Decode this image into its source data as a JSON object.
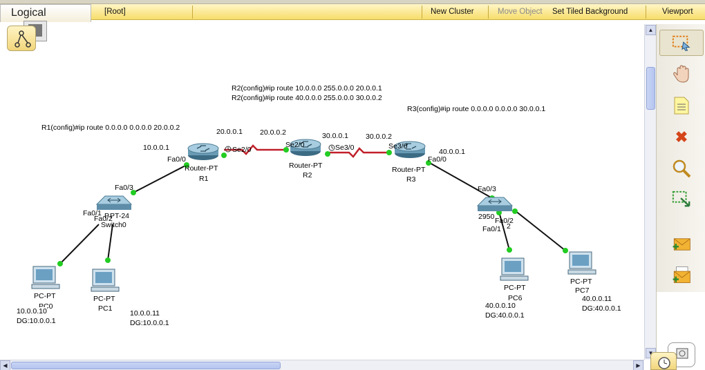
{
  "toolbar": {
    "tab_label": "Logical",
    "root_label": "[Root]",
    "new_cluster": "New Cluster",
    "move_object": "Move Object",
    "set_tiled_background": "Set Tiled Background",
    "viewport": "Viewport"
  },
  "annotations": {
    "r2_cmd_1": "R2(config)#ip route 10.0.0.0 255.0.0.0 20.0.0.1",
    "r2_cmd_2": "R2(config)#ip route 40.0.0.0 255.0.0.0 30.0.0.2",
    "r3_cmd": "R3(config)#ip route 0.0.0.0 0.0.0.0 30.0.0.1",
    "r1_cmd": "R1(config)#ip route 0.0.0.0 0.0.0.0 20.0.0.2"
  },
  "ips": {
    "r1_fa": "10.0.0.1",
    "r1_se": "20.0.0.1",
    "r2_se2": "20.0.0.2",
    "r2_se3": "30.0.0.1",
    "r3_se": "30.0.0.2",
    "r3_fa": "40.0.0.1"
  },
  "ports": {
    "r1_fa00": "Fa0/0",
    "r1_se20": "Se2/0",
    "r2_se20": "Se2/0",
    "r2_se30": "Se3/0",
    "r3_se30": "Se3/0",
    "r3_fa00": "Fa0/0",
    "sw0_fa03": "Fa0/3",
    "sw0_fa01": "Fa0/1",
    "sw0_fa02": "Fa0/2",
    "sw1_fa03": "Fa0/3",
    "sw1_fa02": "Fa0/2",
    "sw1_fa01": "Fa0/1"
  },
  "devices": {
    "r1": {
      "type": "Router-PT",
      "name": "R1"
    },
    "r2": {
      "type": "Router-PT",
      "name": "R2"
    },
    "r3": {
      "type": "Router-PT",
      "name": "R3"
    },
    "sw0": {
      "type": "PT-24",
      "type_prefix": "P",
      "name": "Switch0"
    },
    "sw1": {
      "type": "2950",
      "name": "2"
    },
    "pc0": {
      "type": "PC-PT",
      "name": "PC0",
      "ip": "10.0.0.10",
      "dg": "DG:10.0.0.1"
    },
    "pc1": {
      "type": "PC-PT",
      "name": "PC1",
      "ip": "10.0.0.11",
      "dg": "DG:10.0.0.1"
    },
    "pc6": {
      "type": "PC-PT",
      "name": "PC6",
      "ip": "40.0.0.10",
      "dg": "DG:40.0.0.1"
    },
    "pc7": {
      "type": "PC-PT",
      "name": "PC7",
      "ip": "40.0.0.11",
      "dg": "DG:40.0.0.1"
    }
  },
  "colors": {
    "serial_link": "#c0202a",
    "ethernet_link": "#111111",
    "link_up": "#22cc22",
    "toolbar_bg": "#f7dd6a"
  },
  "palette": {
    "tools": [
      "select-icon",
      "hand-icon",
      "note-icon",
      "delete-icon",
      "zoom-icon",
      "resize-icon",
      "add-simple-pdu-icon",
      "add-complex-pdu-icon"
    ]
  }
}
